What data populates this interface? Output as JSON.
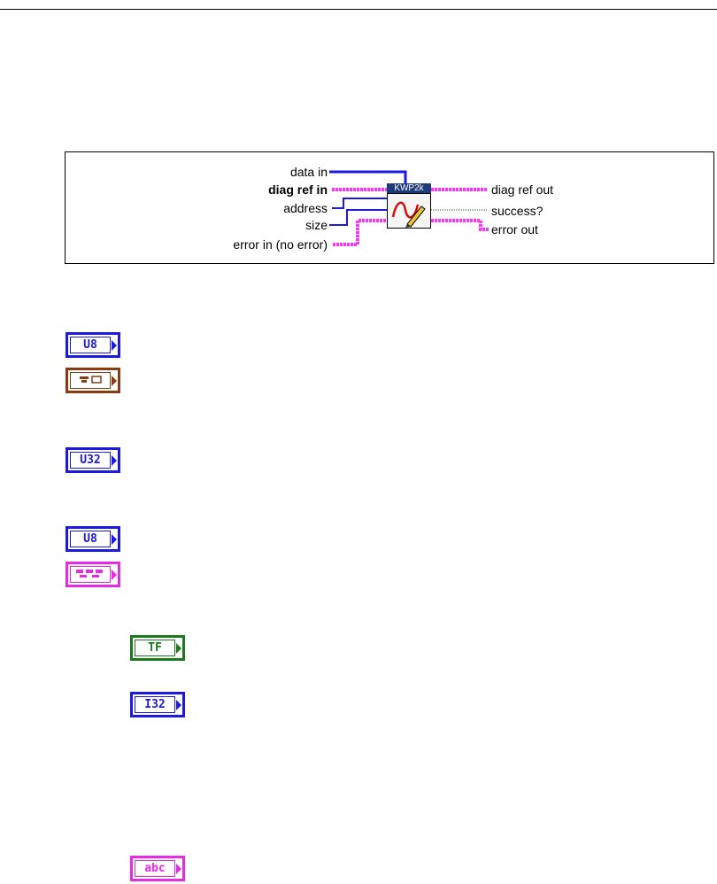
{
  "connector_pane": {
    "vi_label": "KWP2k",
    "inputs": {
      "data_in": "data in",
      "diag_ref_in": "diag ref in",
      "address": "address",
      "size": "size",
      "error_in": "error in (no error)"
    },
    "outputs": {
      "diag_ref_out": "diag ref out",
      "success": "success?",
      "error_out": "error out"
    }
  },
  "terminals": [
    {
      "label": "U8",
      "color": "#1a1ae0",
      "kind": "array"
    },
    {
      "label": "",
      "color": "#8a3b12",
      "kind": "refnum"
    },
    {
      "label": "U32",
      "color": "#1a1ae0",
      "kind": "numeric"
    },
    {
      "label": "U8",
      "color": "#1a1ae0",
      "kind": "numeric"
    },
    {
      "label": "",
      "color": "#e62ae6",
      "kind": "cluster"
    },
    {
      "label": "TF",
      "color": "#1b7a1b",
      "kind": "boolean"
    },
    {
      "label": "I32",
      "color": "#1a1ae0",
      "kind": "numeric"
    },
    {
      "label": "abc",
      "color": "#e62ae6",
      "kind": "string"
    }
  ],
  "colors": {
    "cluster_wire": "#ff33ff",
    "numeric_wire": "#1a1ae0",
    "boolean_wire": "#1b7a1b"
  }
}
